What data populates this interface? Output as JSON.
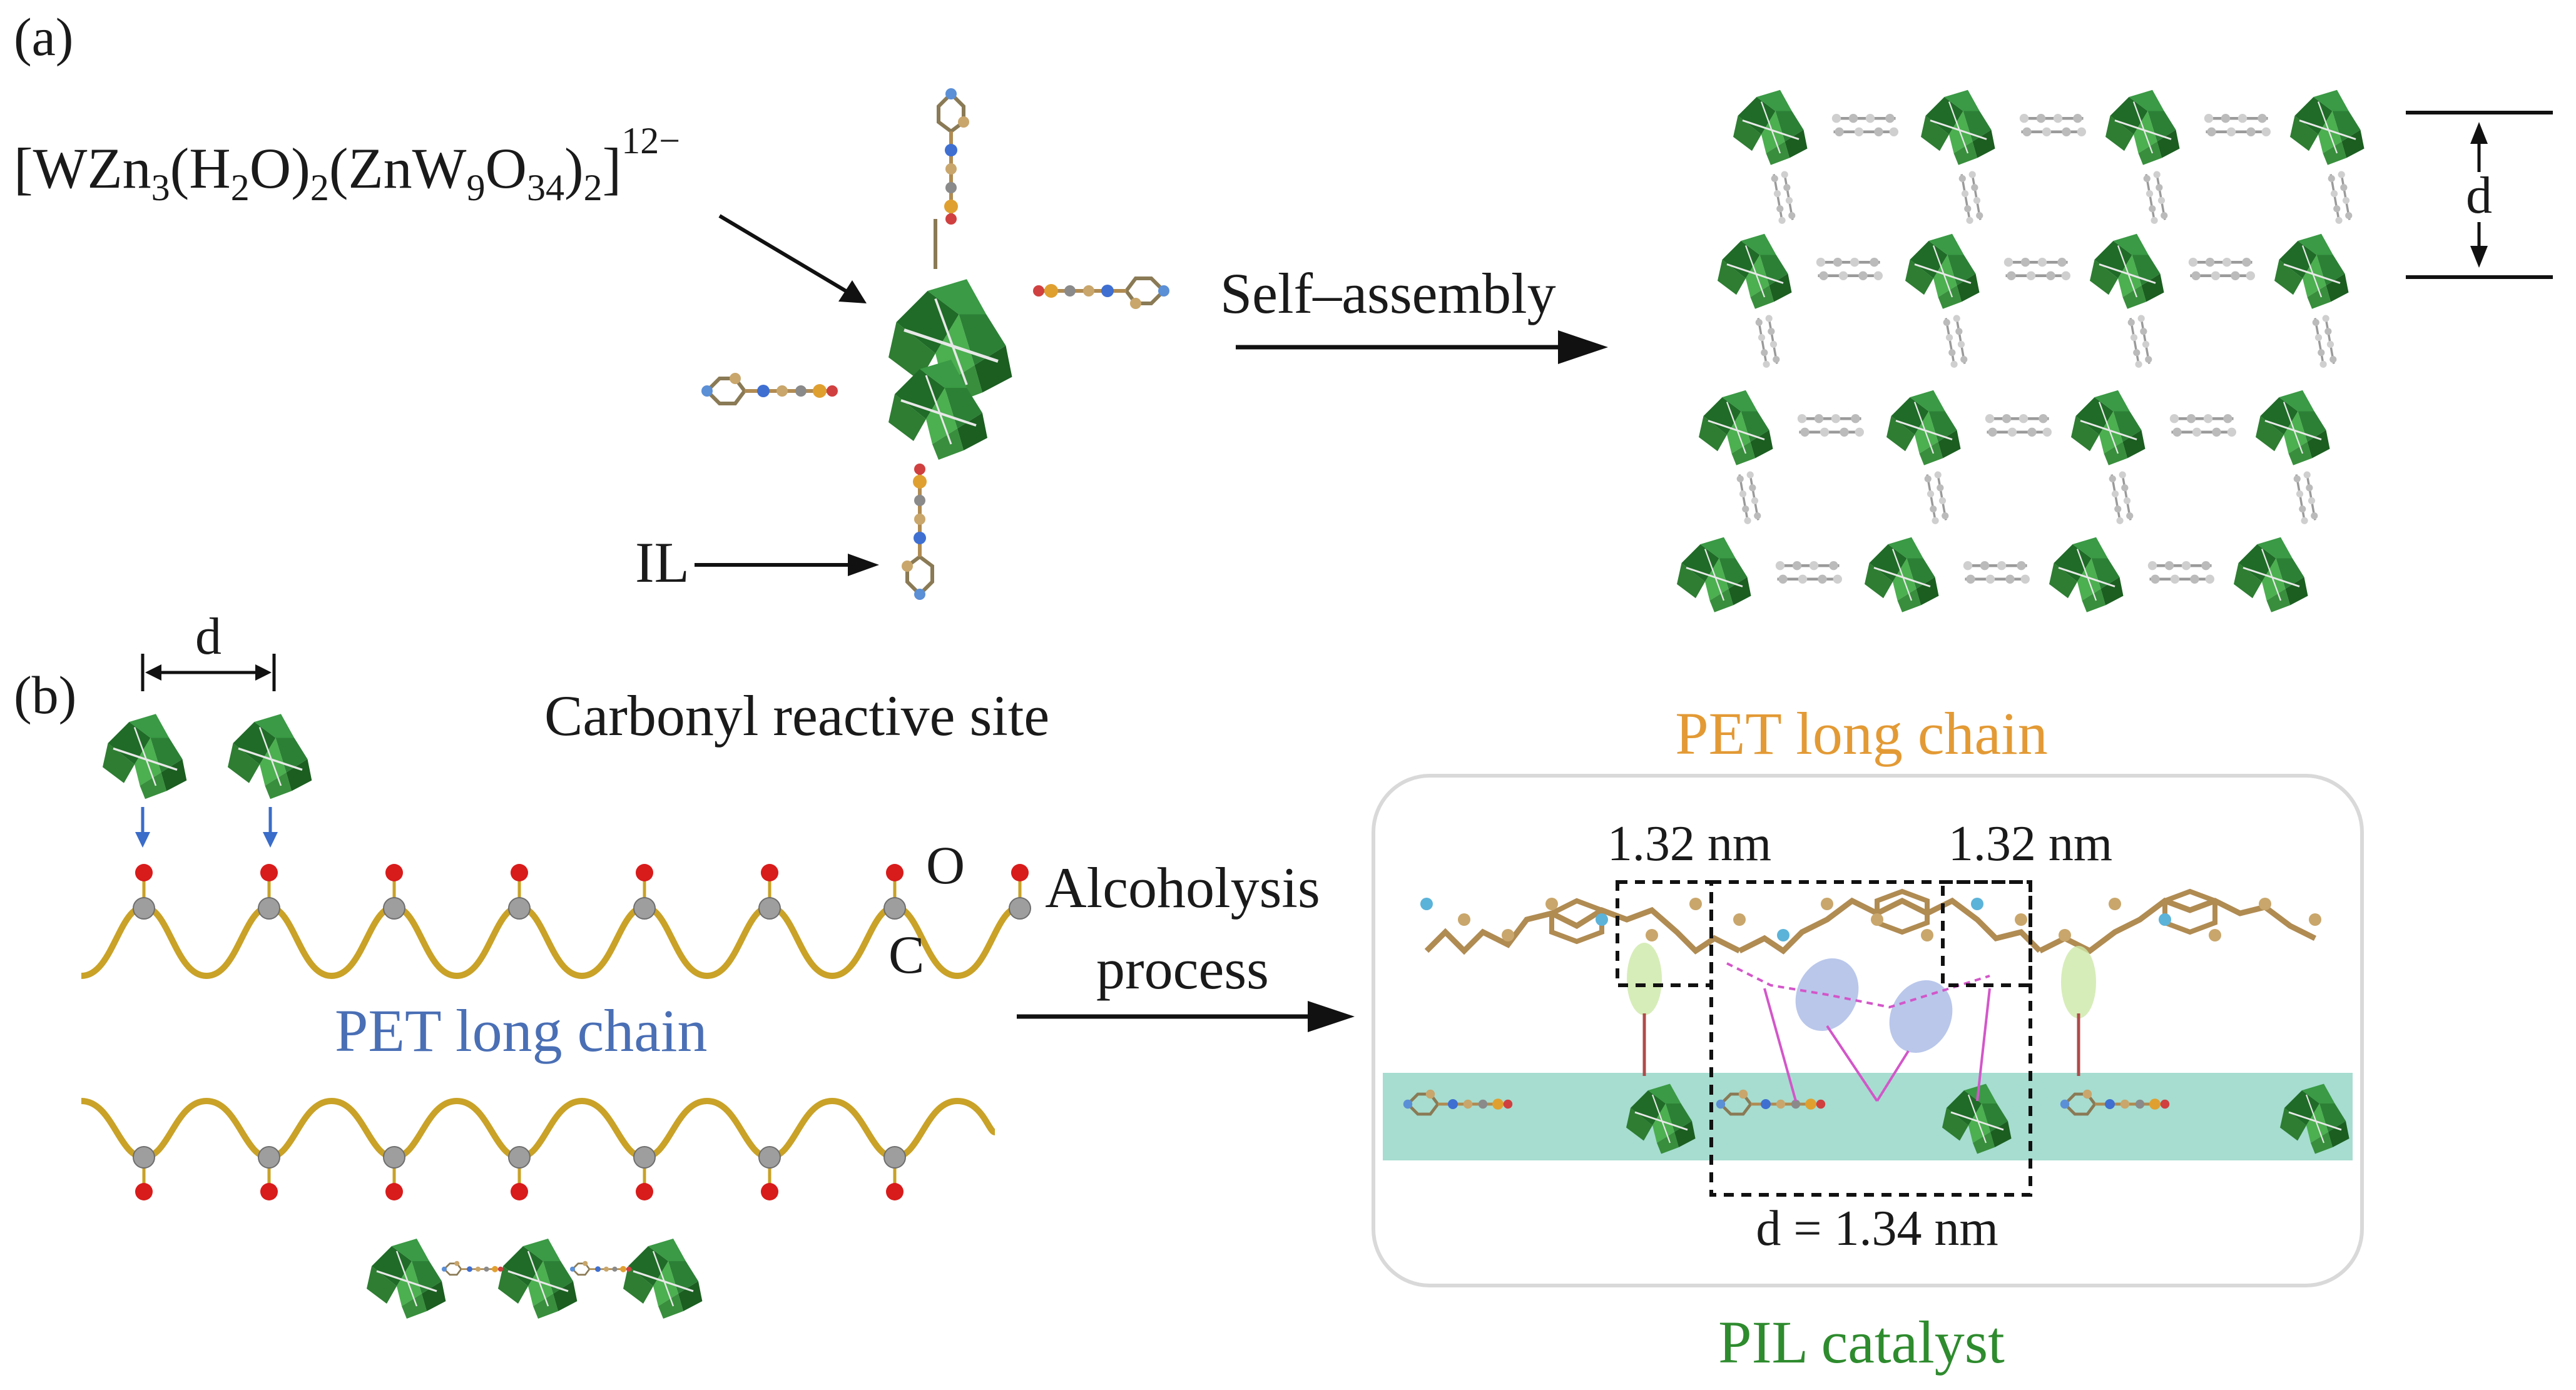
{
  "panel_a": {
    "label": "(a)",
    "formula": {
      "open": "[WZn",
      "sub1": "3",
      "mid1": "(H",
      "sub2": "2",
      "mid2": "O)",
      "sub3": "2",
      "mid3": "(ZnW",
      "sub4": "9",
      "mid4": "O",
      "sub5": "34",
      "mid5": ")",
      "sub6": "2",
      "close": "]",
      "charge": "12−"
    },
    "il_label": "IL",
    "arrow_label": "Self–assembly",
    "spacing_label": "d"
  },
  "panel_b": {
    "label": "(b)",
    "spacing_label": "d",
    "reactive_site_label": "Carbonyl reactive site",
    "oxygen_label": "O",
    "carbon_label": "C",
    "chain_label": "PET long chain",
    "arrow_label_line1": "Alcoholysis",
    "arrow_label_line2": "process",
    "inset": {
      "top_label": "PET long chain",
      "distance_left": "1.32 nm",
      "distance_right": "1.32 nm",
      "spacing": "d = 1.34 nm",
      "bottom_label": "PIL catalyst"
    }
  },
  "colors": {
    "polyoxometalate": "#2e7d32",
    "chain": "#c9a227",
    "oxygen": "#d81b1b",
    "carbon": "#9e9e9e",
    "pet_label_orange": "#e39a35",
    "pet_label_blue": "#4a6fb5",
    "pil_label_green": "#2e8b2e",
    "band": "#a6ddd0"
  }
}
